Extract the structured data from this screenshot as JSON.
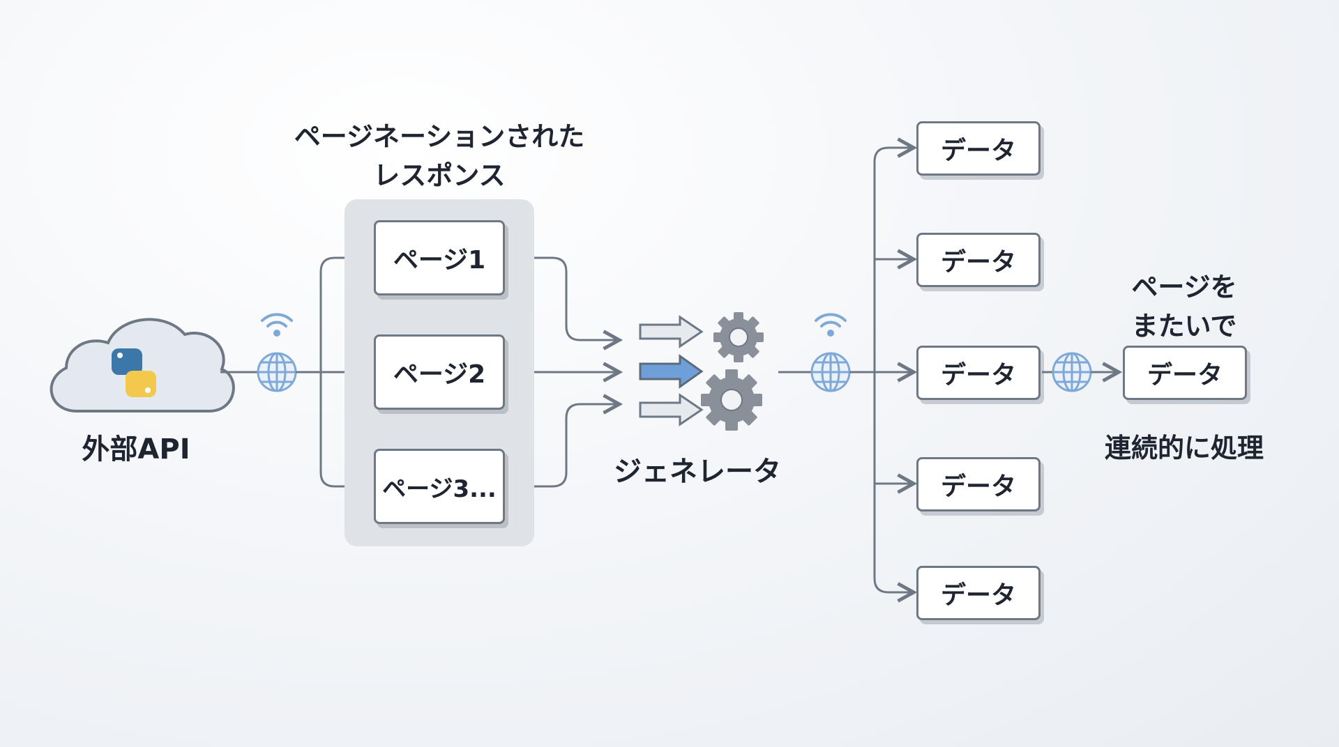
{
  "labels": {
    "paginated_response_line1": "ページネーションされた",
    "paginated_response_line2": "レスポンス",
    "external_api": "外部API",
    "generator": "ジェネレータ",
    "across_pages_line1": "ページを",
    "across_pages_line2": "またいで",
    "continuous_processing": "連続的に処理"
  },
  "pages": [
    "ページ1",
    "ページ2",
    "ページ3..."
  ],
  "data_items": [
    "データ",
    "データ",
    "データ",
    "データ",
    "データ"
  ],
  "final_data": "データ",
  "colors": {
    "line": "#6e7784",
    "accent_blue": "#6f9fd8",
    "globe": "#7ea8d6",
    "python_blue": "#3b77a8",
    "python_yellow": "#f2c94c",
    "gear": "#8a9099"
  }
}
